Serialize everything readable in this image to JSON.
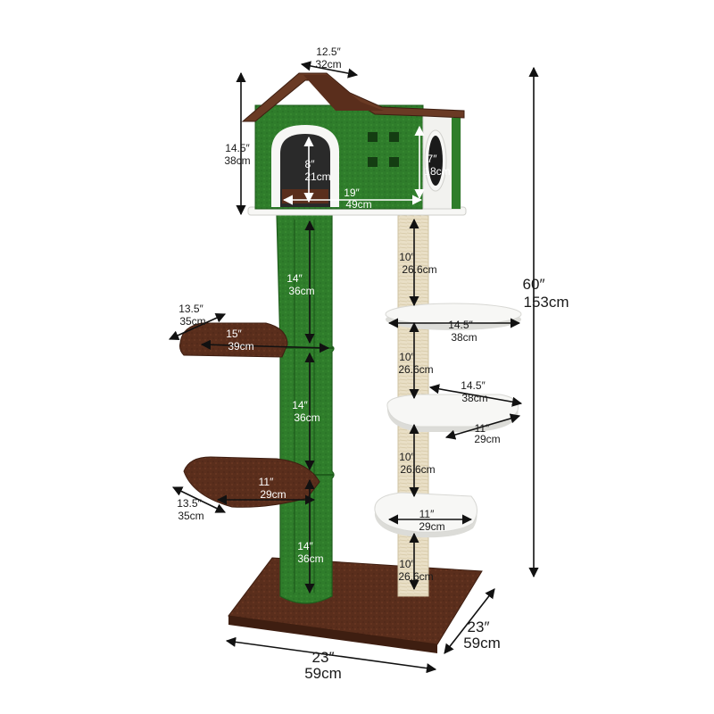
{
  "colors": {
    "green": "#2f7d2b",
    "green_dark": "#1f5d1c",
    "brown": "#5a2e1c",
    "brown_light": "#6e3a24",
    "white": "#f7f7f5",
    "sisal": "#e9dfc6"
  },
  "icons": {
    "arrow": "double-headed-arrow"
  },
  "dimensions": {
    "house_width": {
      "in": "12.5″",
      "cm": "32cm"
    },
    "house_height": {
      "in": "14.5″",
      "cm": "38cm"
    },
    "door_height": {
      "in": "8″",
      "cm": "21cm"
    },
    "window_height": {
      "in": "7″",
      "cm": "18cm"
    },
    "platform_length": {
      "in": "19″",
      "cm": "49cm"
    },
    "total_height": {
      "in": "60″",
      "cm": "153cm"
    },
    "cactus_upper": {
      "in": "14″",
      "cm": "36cm"
    },
    "cactus_middle": {
      "in": "14″",
      "cm": "36cm"
    },
    "cactus_lower": {
      "in": "14″",
      "cm": "36cm"
    },
    "left_upper_depth": {
      "in": "13.5″",
      "cm": "35cm"
    },
    "left_upper_width": {
      "in": "15″",
      "cm": "39cm"
    },
    "left_lower_depth": {
      "in": "13.5″",
      "cm": "35cm"
    },
    "left_lower_width": {
      "in": "11″",
      "cm": "29cm"
    },
    "post_gap_1": {
      "in": "10″",
      "cm": "26.6cm"
    },
    "post_gap_2": {
      "in": "10″",
      "cm": "26.6cm"
    },
    "post_gap_3": {
      "in": "10″",
      "cm": "26.6cm"
    },
    "post_gap_4": {
      "in": "10″",
      "cm": "26.6cm"
    },
    "right_top_width": {
      "in": "14.5″",
      "cm": "38cm"
    },
    "right_mid_width": {
      "in": "14.5″",
      "cm": "38cm"
    },
    "right_mid_depth": {
      "in": "11″",
      "cm": "29cm"
    },
    "right_low_width": {
      "in": "11″",
      "cm": "29cm"
    },
    "base_width": {
      "in": "23″",
      "cm": "59cm"
    },
    "base_depth": {
      "in": "23″",
      "cm": "59cm"
    }
  }
}
